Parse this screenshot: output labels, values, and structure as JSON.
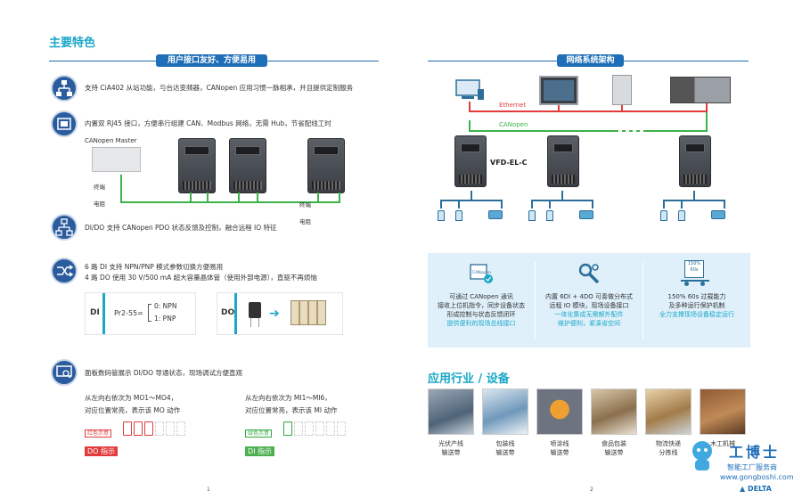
{
  "left": {
    "section_title": "主要特色",
    "banner": "用户接口友好、方便易用",
    "feature1": "支持 CiA402 从站功能，与台达变频器，CANopen 应用习惯一脉相承，并且提供定制服务",
    "feature2": "内置双 RJ45 接口，方便串行组建 CAN、Modbus 网络，无需 Hub，节省配线工时",
    "canopen_master": "CANopen Master",
    "terminal_resistor_1": "终端\n电阻",
    "terminal_resistor_2": "终端\n电阻",
    "feature3": "DI/DO 支持 CANopen PDO 状态反馈及控制，融合远程 IO 特征",
    "feature4_line1": "6 路 DI 支持 NPN/PNP 模式参数切换方便易用",
    "feature4_line2": "4 路 DO 使用 30 V/500 mA 超大容量晶体管（使用外部电源），直驱不再烦恼",
    "di_label": "DI",
    "param": "Pr2-55=",
    "npn": "0: NPN",
    "pnp": "1: PNP",
    "do_label": "DO",
    "feature5": "面板数码管展示 DI/DO 导通状态，现场调试方便直观",
    "mo_line1": "从左向右依次为 MO1～MO4，",
    "mo_line2": "对应位置常亮，表示该 MO 动作",
    "mi_line1": "从左向右依次为 MI1～MI6，",
    "mi_line2": "对应位置常亮，表示该 MI 动作",
    "red_badge": "红色示意",
    "do_indicator": "DO 指示",
    "green_badge": "绿色示意",
    "di_indicator": "DI 指示",
    "page": "1"
  },
  "right": {
    "banner": "网络系统架构",
    "ethernet": "Ethernet",
    "canopen": "CANopen",
    "model": "VFD-EL-C",
    "panel": [
      {
        "icon": "canopen-icon",
        "lines": [
          "可通过 CANopen 通讯",
          "接收上位机指令，同步设备状态",
          "形成控制与状态反馈闭环"
        ],
        "blue": "提供便利的现场总线接口"
      },
      {
        "icon": "wrench-icon",
        "lines": [
          "内置 6DI + 4DO 可奏做分布式",
          "远程 IO 模块，现场设备接口"
        ],
        "blue": "一体化集成无需额外配件\n维护便利，紧凑省空间"
      },
      {
        "icon": "overload-icon",
        "icon_text": "150%\n60s",
        "lines": [
          "150% 60s 过载能力",
          "及多种运行保护机制"
        ],
        "blue": "全力支撑现场设备稳定运行"
      }
    ],
    "apps_title": "应用行业 / 设备",
    "apps": [
      {
        "line1": "光伏产线",
        "line2": "输送带"
      },
      {
        "line1": "包装线",
        "line2": "输送带"
      },
      {
        "line1": "喷涂线",
        "line2": "输送带"
      },
      {
        "line1": "食品包装",
        "line2": "输送带"
      },
      {
        "line1": "物流快递",
        "line2": "分拣线"
      },
      {
        "line1": "木工机械",
        "line2": ""
      }
    ],
    "watermark_title": "工博士",
    "watermark_sub": "智能工厂服务商",
    "watermark_url": "www.gongboshi.com",
    "brand": "DELTA",
    "page": "2"
  },
  "colors": {
    "accent": "#1aa7c8",
    "banner": "#1f6fb8",
    "green": "#3cb34a",
    "red": "#e23b3b"
  }
}
